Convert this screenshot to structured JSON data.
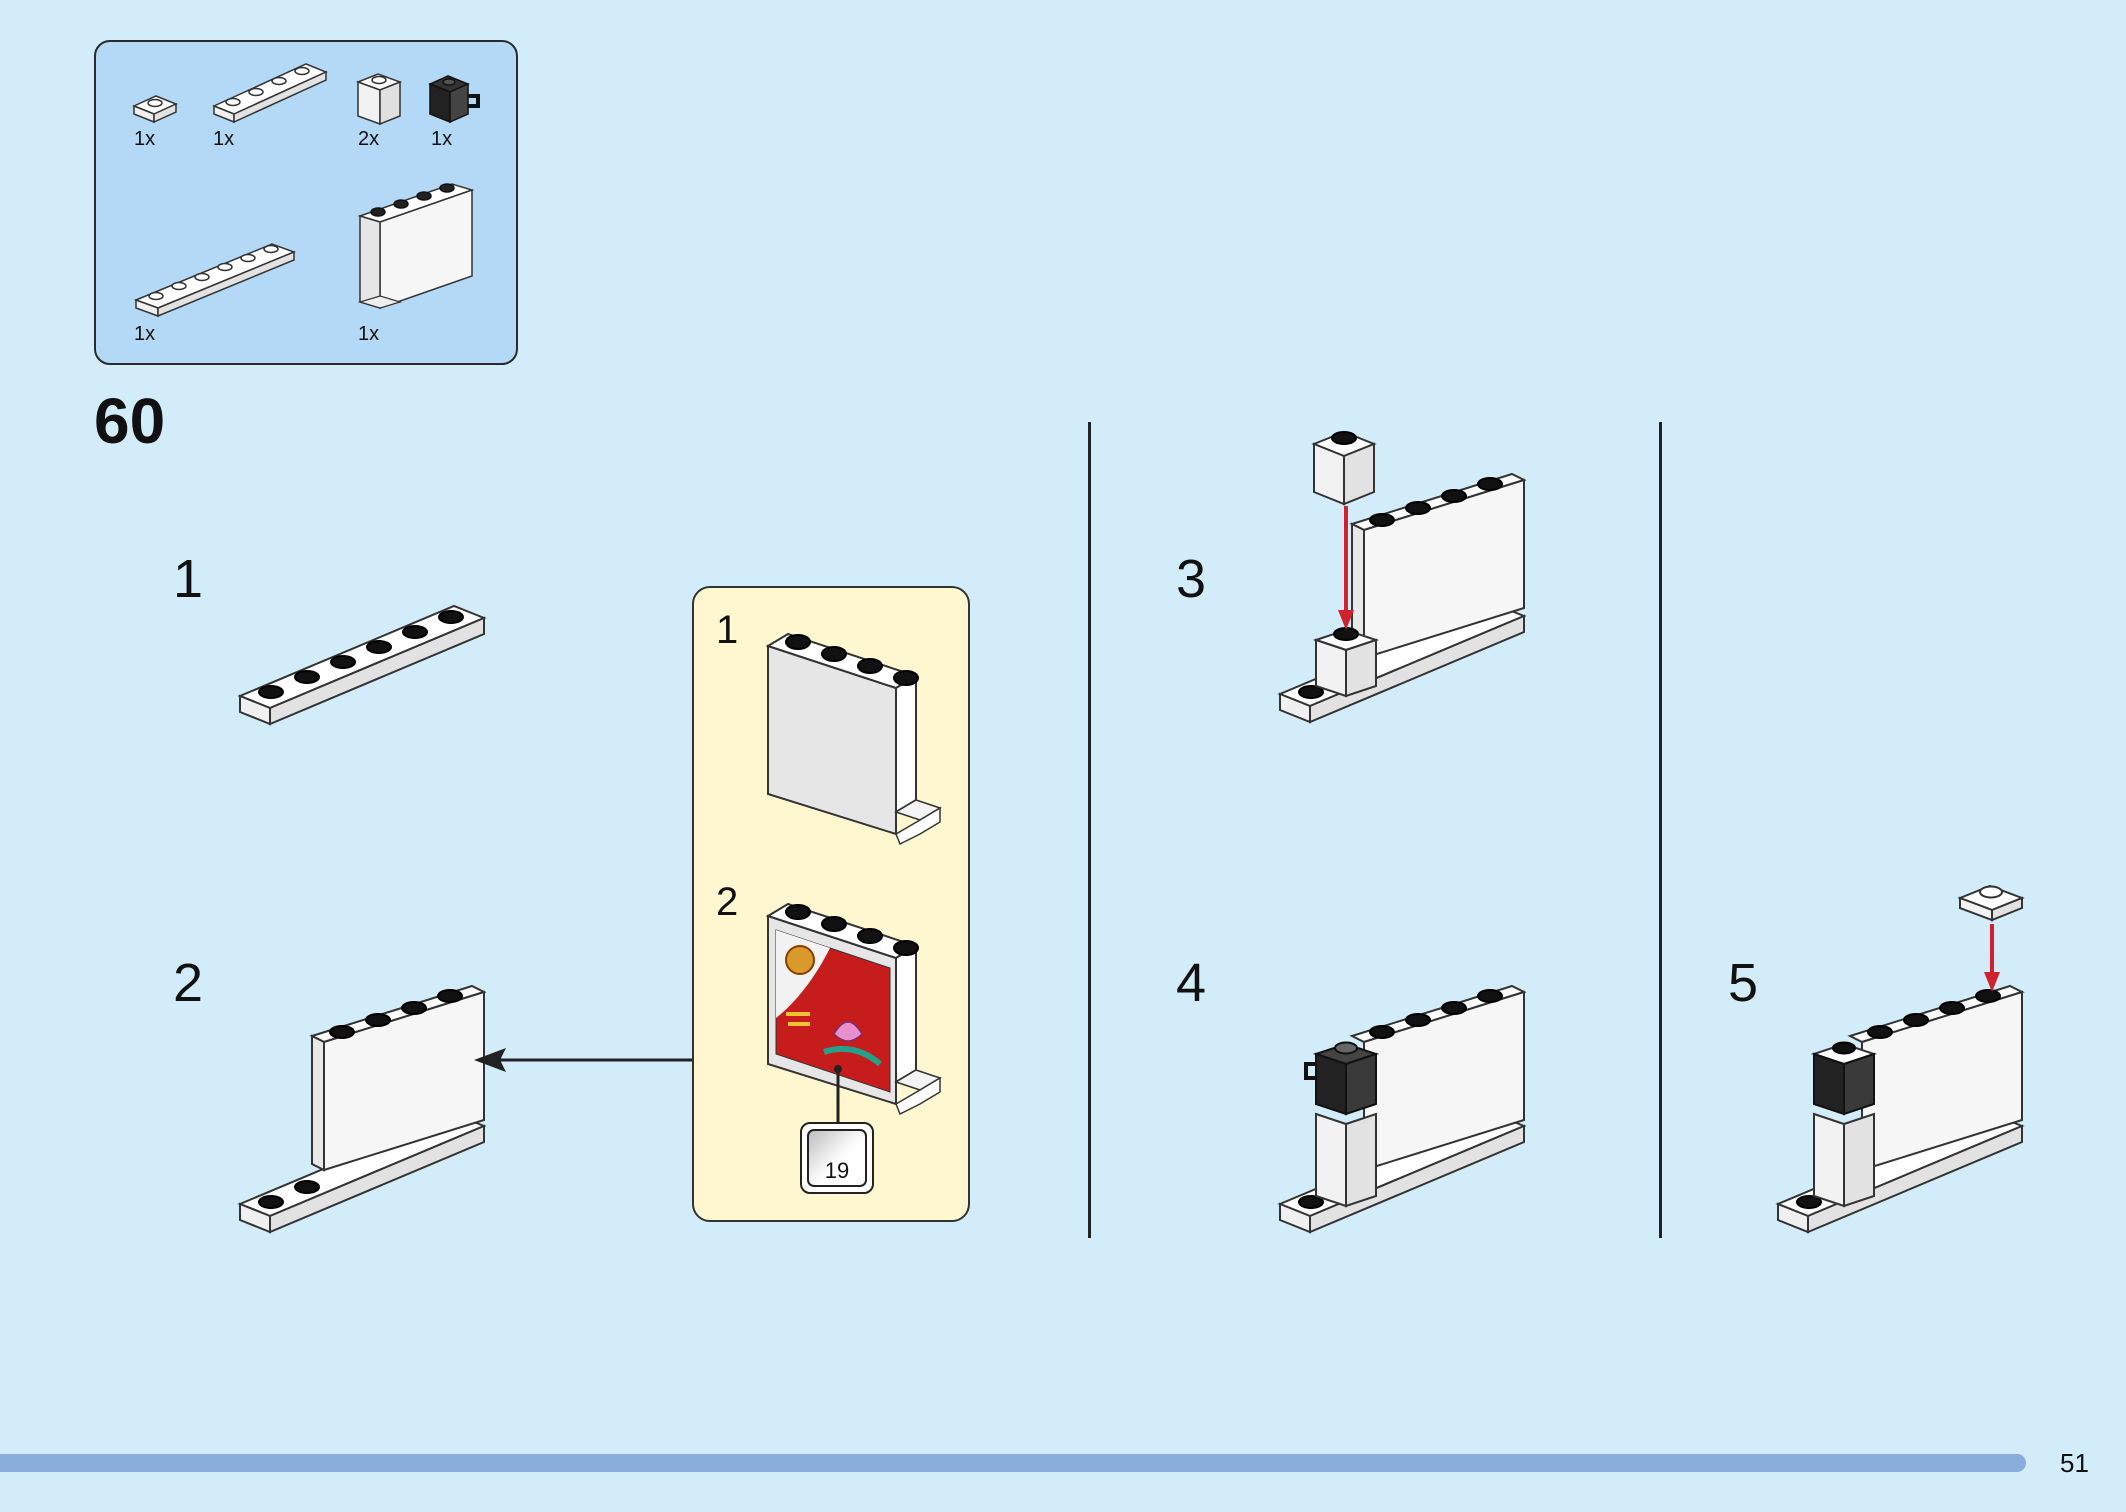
{
  "parts_list": {
    "items": [
      {
        "qty": "1x",
        "part": "plate-1x1-icon"
      },
      {
        "qty": "1x",
        "part": "plate-1x4-icon"
      },
      {
        "qty": "2x",
        "part": "brick-1x1-icon"
      },
      {
        "qty": "1x",
        "part": "brick-1x1-clip-black-icon"
      },
      {
        "qty": "1x",
        "part": "plate-1x6-icon"
      },
      {
        "qty": "1x",
        "part": "panel-1x4x3-icon"
      }
    ]
  },
  "main_step": "60",
  "steps": [
    "1",
    "2",
    "3",
    "4",
    "5"
  ],
  "sub_assembly": {
    "steps": [
      "1",
      "2"
    ],
    "sticker_number": "19"
  },
  "page_number": "51",
  "colors": {
    "background": "#d3ecfa",
    "parts_box": "#b3d9f6",
    "sub_box": "#fff7cf",
    "arrow_red": "#d0222e",
    "footer_bar": "#89aedb"
  }
}
